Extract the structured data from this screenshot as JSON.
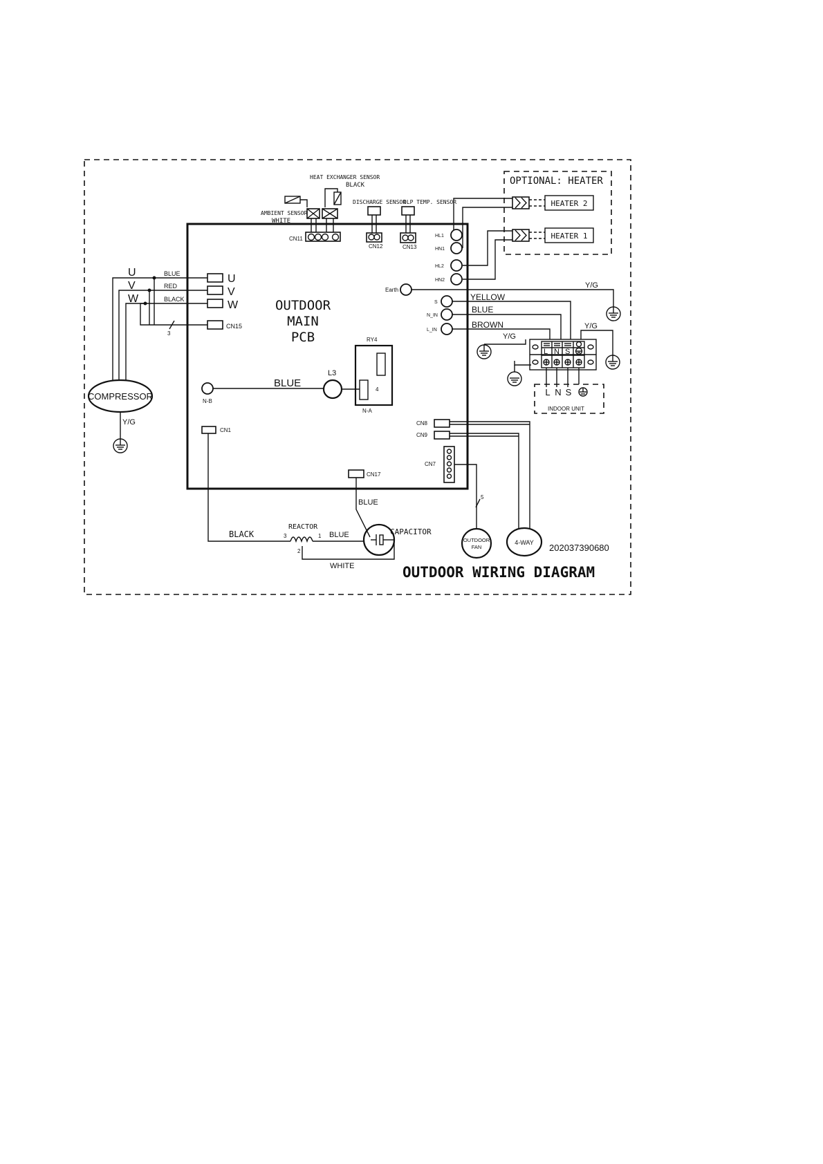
{
  "diagram": {
    "title": "OUTDOOR WIRING DIAGRAM",
    "part_number": "202037390680",
    "pcb_label": [
      "OUTDOOR",
      "MAIN",
      "PCB"
    ]
  },
  "sensors": {
    "heat_exchanger": "HEAT EXCHANGER SENSOR",
    "heat_exchanger_color": "BLACK",
    "ambient": "AMBIENT SENSOR",
    "ambient_color": "WHITE",
    "discharge": "DISCHARGE SENSOR",
    "olp": "OLP TEMP. SENSOR"
  },
  "heater": {
    "group_label": "OPTIONAL: HEATER",
    "heater2": "HEATER 2",
    "heater1": "HEATER 1"
  },
  "connectors": {
    "cn11": "CN11",
    "cn12": "CN12",
    "cn13": "CN13",
    "cn15": "CN15",
    "cn1": "CN1",
    "cn17": "CN17",
    "cn8": "CN8",
    "cn9": "CN9",
    "cn7": "CN7",
    "hl1": "HL1",
    "hn1": "HN1",
    "hl2": "HL2",
    "hn2": "HN2",
    "earth": "Earth",
    "s": "S",
    "n_in": "N_IN",
    "l_in": "L_IN",
    "nb": "N-B",
    "na": "N-A",
    "ry4": "RY4",
    "l3": "L3",
    "ry4_pin": "4"
  },
  "compressor": {
    "label": "COMPRESSOR",
    "phase_u": "U",
    "phase_v": "V",
    "phase_w": "W",
    "term_u": "U",
    "term_v": "V",
    "term_w": "W",
    "wire_u": "BLUE",
    "wire_v": "RED",
    "wire_w": "BLACK",
    "bundle_count": "3",
    "ground": "Y/G"
  },
  "wires": {
    "yellow": "YELLOW",
    "blue": "BLUE",
    "brown": "BROWN",
    "yg_earth": "Y/G",
    "yg_terminal": "Y/G",
    "yg_left": "Y/G",
    "l3_wire": "BLUE",
    "cn17_wire": "BLUE",
    "reactor_black": "BLACK",
    "reactor_blue": "BLUE",
    "reactor_white": "WHITE",
    "fan_count": "5"
  },
  "reactor": {
    "label": "REACTOR",
    "pin3": "3",
    "pin1": "1",
    "pin2": "2"
  },
  "capacitor": {
    "label": "CAPACITOR"
  },
  "fan": {
    "line1": "OUTDOOR",
    "line2": "FAN"
  },
  "four_way": {
    "label": "4-WAY"
  },
  "terminal_block": {
    "l": "L",
    "n": "N",
    "s": "S",
    "lower_l": "L",
    "lower_n": "N",
    "lower_s": "S"
  },
  "indoor_unit": {
    "label": "INDOOR UNIT"
  }
}
